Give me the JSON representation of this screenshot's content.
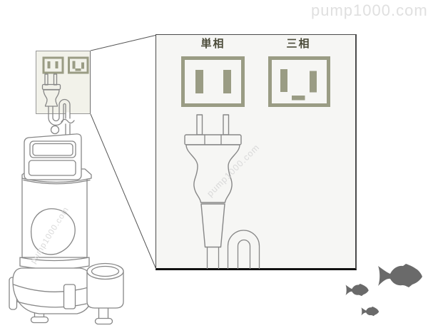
{
  "watermark": {
    "text": "pump1000.com"
  },
  "callout": {
    "single_phase_label": "単相",
    "three_phase_label": "三相"
  },
  "colors": {
    "outlet_olive": "#9a9c84",
    "label_olive": "#4c4c3a",
    "line_gray": "#878787",
    "callout_border": "#4a4a4a",
    "callout_bg": "#f6f6f4",
    "panel_bg": "#f2f2ea",
    "watermark_gray": "#e0e0e0",
    "watermark_diag": "#d9d9d9",
    "fish_gray": "#6a6a6a",
    "page_bg": "#ffffff"
  },
  "icons": [
    "single-phase-outlet-icon",
    "three-phase-outlet-icon",
    "power-plug-icon",
    "cord-loop-icon",
    "submersible-pump-illustration",
    "wall-outlet-panel",
    "zoom-callout-lines",
    "fish-icon"
  ]
}
